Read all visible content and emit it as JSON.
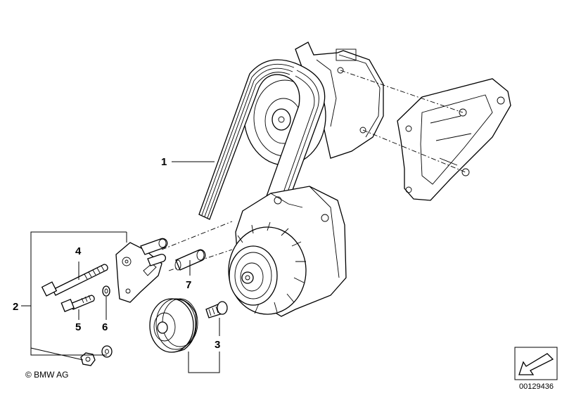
{
  "callouts": {
    "c1": "1",
    "c2": "2",
    "c3": "3",
    "c4": "4",
    "c5": "5",
    "c6": "6",
    "c7": "7"
  },
  "footer": {
    "copyright": "© BMW AG",
    "document_number": "00129436"
  },
  "icons": {
    "orientation_arrow": "arrow-down-left-icon"
  }
}
